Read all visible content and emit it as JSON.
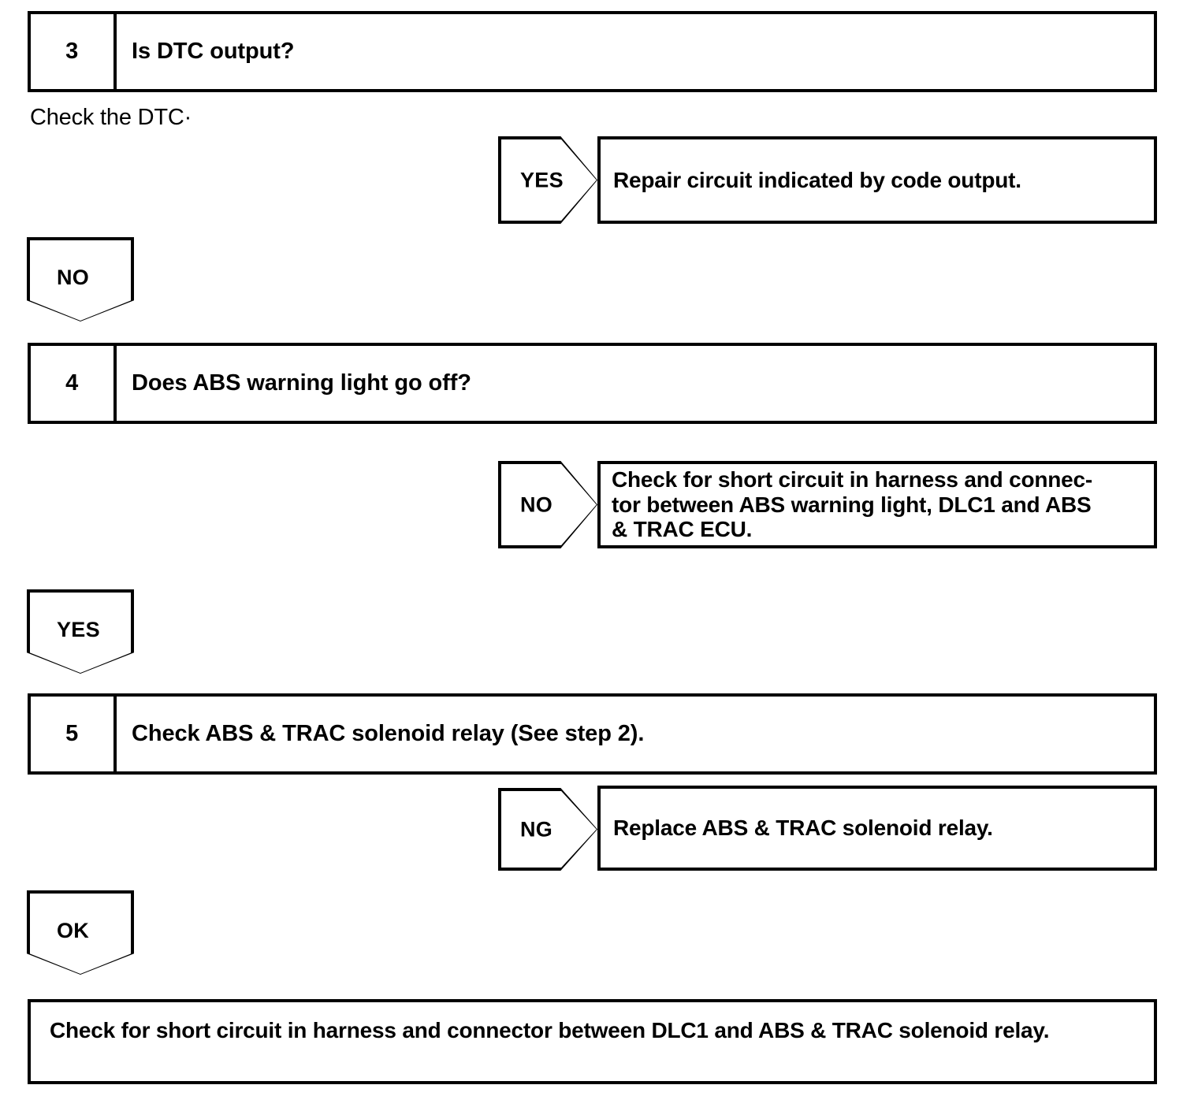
{
  "document": {
    "title": "ABS & TRAC Troubleshooting Flowchart",
    "type": "diagnostic-flowchart"
  },
  "steps": [
    {
      "number": "3",
      "text": "Is DTC output?"
    },
    {
      "number": "4",
      "text": "Does ABS warning light go off?"
    },
    {
      "number": "5",
      "text": "Check ABS & TRAC solenoid relay (See step 2)."
    }
  ],
  "notes": {
    "check_dtc": "Check the DTC·"
  },
  "branches": {
    "yes_repair": {
      "tag": "YES",
      "result": "Repair circuit indicated by code output."
    },
    "no_continue": {
      "tag": "NO"
    },
    "no_short_circuit": {
      "tag": "NO",
      "result_lines": [
        "Check for short circuit in harness and connec-",
        "tor between ABS warning light, DLC1 and ABS",
        "& TRAC ECU."
      ]
    },
    "yes_continue": {
      "tag": "YES"
    },
    "ng_replace": {
      "tag": "NG",
      "result": "Replace ABS & TRAC solenoid relay."
    },
    "ok_continue": {
      "tag": "OK"
    }
  },
  "final": {
    "text": "Check for short circuit in harness and connector between DLC1 and ABS & TRAC solenoid relay."
  },
  "colors": {
    "line": "#000000",
    "background": "#ffffff",
    "text": "#000000"
  }
}
